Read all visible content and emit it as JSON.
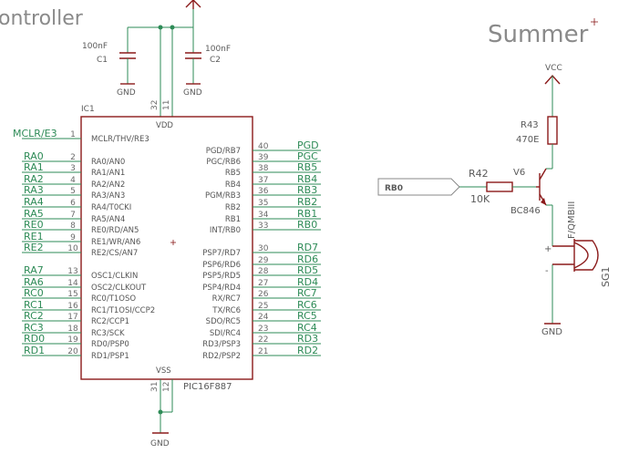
{
  "titles": {
    "controller": "ontroller",
    "summer": "Summer"
  },
  "caps": {
    "c1_value": "100nF",
    "c1_name": "C1",
    "c2_value": "100nF",
    "c2_name": "C2",
    "gnd1": "GND",
    "gnd2": "GND"
  },
  "ic": {
    "name": "IC1",
    "part": "PIC16F887",
    "vdd": "VDD",
    "vss": "VSS",
    "vdd_pins": [
      "32",
      "11"
    ],
    "vss_pins": [
      "31",
      "12"
    ],
    "gnd": "GND",
    "left_pins": [
      {
        "num": "1",
        "name": "MCLR/THV/RE3",
        "net": "MCLR/E3"
      },
      {
        "num": "2",
        "name": "RA0/AN0",
        "net": "RA0"
      },
      {
        "num": "3",
        "name": "RA1/AN1",
        "net": "RA1"
      },
      {
        "num": "4",
        "name": "RA2/AN2",
        "net": "RA2"
      },
      {
        "num": "5",
        "name": "RA3/AN3",
        "net": "RA3"
      },
      {
        "num": "6",
        "name": "RA4/T0CKI",
        "net": "RA4"
      },
      {
        "num": "7",
        "name": "RA5/AN4",
        "net": "RA5"
      },
      {
        "num": "8",
        "name": "RE0/RD/AN5",
        "net": "RE0"
      },
      {
        "num": "9",
        "name": "RE1/WR/AN6",
        "net": "RE1"
      },
      {
        "num": "10",
        "name": "RE2/CS/AN7",
        "net": "RE2"
      },
      {
        "num": "13",
        "name": "OSC1/CLKIN",
        "net": "RA7"
      },
      {
        "num": "14",
        "name": "OSC2/CLKOUT",
        "net": "RA6"
      },
      {
        "num": "15",
        "name": "RC0/T1OSO",
        "net": "RC0"
      },
      {
        "num": "16",
        "name": "RC1/T1OSI/CCP2",
        "net": "RC1"
      },
      {
        "num": "17",
        "name": "RC2/CCP1",
        "net": "RC2"
      },
      {
        "num": "18",
        "name": "RC3/SCK",
        "net": "RC3"
      },
      {
        "num": "19",
        "name": "RD0/PSP0",
        "net": "RD0"
      },
      {
        "num": "20",
        "name": "RD1/PSP1",
        "net": "RD1"
      }
    ],
    "right_pins": [
      {
        "num": "40",
        "name": "PGD/RB7",
        "net": "PGD"
      },
      {
        "num": "39",
        "name": "PGC/RB6",
        "net": "PGC"
      },
      {
        "num": "38",
        "name": "RB5",
        "net": "RB5"
      },
      {
        "num": "37",
        "name": "RB4",
        "net": "RB4"
      },
      {
        "num": "36",
        "name": "PGM/RB3",
        "net": "RB3"
      },
      {
        "num": "35",
        "name": "RB2",
        "net": "RB2"
      },
      {
        "num": "34",
        "name": "RB1",
        "net": "RB1"
      },
      {
        "num": "33",
        "name": "INT/RB0",
        "net": "RB0"
      },
      {
        "num": "30",
        "name": "PSP7/RD7",
        "net": "RD7"
      },
      {
        "num": "29",
        "name": "PSP6/RD6",
        "net": "RD6"
      },
      {
        "num": "28",
        "name": "PSP5/RD5",
        "net": "RD5"
      },
      {
        "num": "27",
        "name": "PSP4/RD4",
        "net": "RD4"
      },
      {
        "num": "26",
        "name": "RX/RC7",
        "net": "RC7"
      },
      {
        "num": "25",
        "name": "TX/RC6",
        "net": "RC6"
      },
      {
        "num": "24",
        "name": "SDO/RC5",
        "net": "RC5"
      },
      {
        "num": "23",
        "name": "SDI/RC4",
        "net": "RC4"
      },
      {
        "num": "22",
        "name": "RD3/PSP3",
        "net": "RD3"
      },
      {
        "num": "21",
        "name": "RD2/PSP2",
        "net": "RD2"
      }
    ]
  },
  "summer": {
    "vcc": "VCC",
    "r43_name": "R43",
    "r43_value": "470E",
    "r42_name": "R42",
    "r42_value": "10K",
    "input_net": "RB0",
    "transistor_name": "V6",
    "transistor_part": "BC846",
    "buzzer_part": "F/QMBIII",
    "buzzer_name": "SG1",
    "gnd": "GND",
    "plus": "+",
    "minus": "-"
  }
}
